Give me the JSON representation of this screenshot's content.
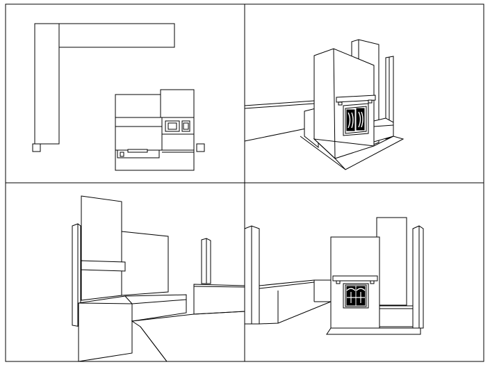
{
  "views": [
    {
      "id": "plan",
      "kind": "top-view"
    },
    {
      "id": "perspective-right",
      "kind": "3d-view"
    },
    {
      "id": "perspective-left",
      "kind": "3d-view"
    },
    {
      "id": "elevation-front",
      "kind": "3d-view"
    }
  ],
  "colors": {
    "line": "#000000",
    "background": "#ffffff"
  }
}
